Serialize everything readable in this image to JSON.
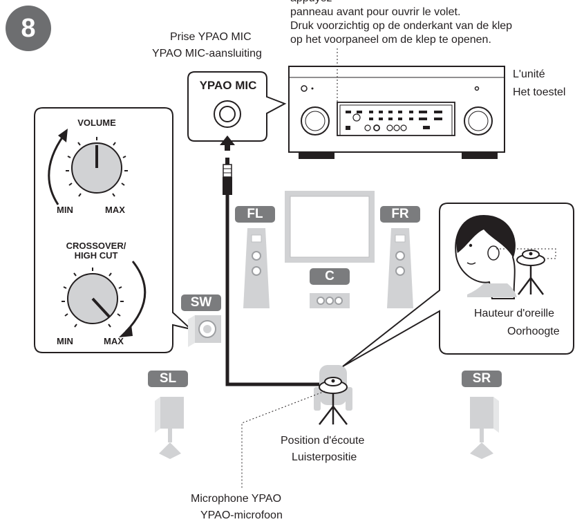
{
  "step_number": "8",
  "top_instructions": {
    "line1_partial": "appuyez",
    "line2": "panneau avant pour ouvrir le volet.",
    "line3": "Druk voorzichtig op de onderkant van de klep",
    "line4": "op het voorpaneel om de klep te openen."
  },
  "mic_jack_label": {
    "fr": "Prise YPAO MIC",
    "nl": "YPAO MIC-aansluiting",
    "panel_text": "YPAO MIC"
  },
  "unit_label": {
    "fr": "L'unité",
    "nl": "Het toestel"
  },
  "knobs_panel": {
    "volume": {
      "title": "VOLUME",
      "min": "MIN",
      "max": "MAX"
    },
    "crossover": {
      "title_line1": "CROSSOVER/",
      "title_line2": "HIGH CUT",
      "min": "MIN",
      "max": "MAX"
    }
  },
  "speakers": {
    "fl": "FL",
    "fr": "FR",
    "c": "C",
    "sw": "SW",
    "sl": "SL",
    "sr": "SR"
  },
  "ear_height_label": {
    "fr": "Hauteur d'oreille",
    "nl": "Oorhoogte"
  },
  "listening_position_label": {
    "fr": "Position d'écoute",
    "nl": "Luisterpositie"
  },
  "microphone_label": {
    "fr": "Microphone YPAO",
    "nl": "YPAO-microfoon"
  },
  "colors": {
    "dark": "#231f20",
    "tag_gray": "#7b7c7e",
    "speaker_gray": "#d1d2d4"
  }
}
